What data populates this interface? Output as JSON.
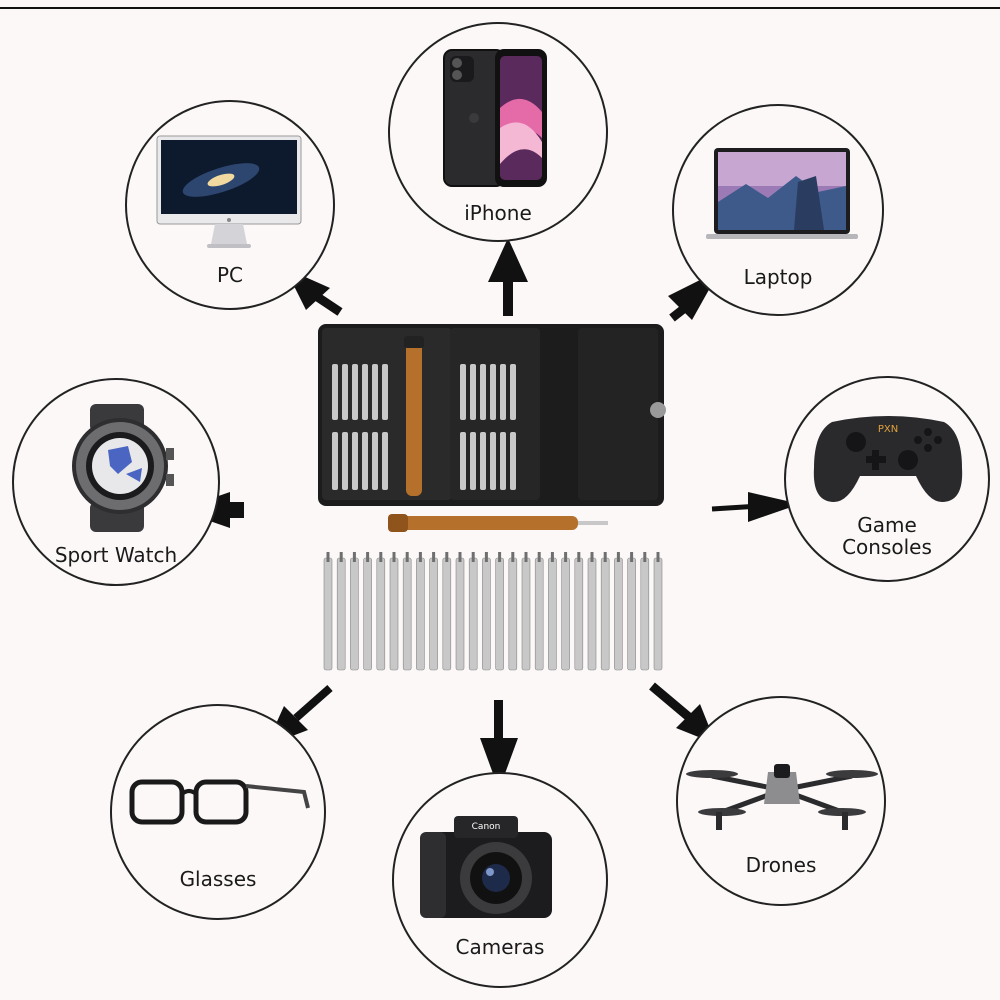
{
  "devices": {
    "pc": {
      "label": "PC",
      "icon": "desktop-monitor-icon"
    },
    "iphone": {
      "label": "iPhone",
      "icon": "smartphone-icon"
    },
    "laptop": {
      "label": "Laptop",
      "icon": "laptop-icon"
    },
    "sport_watch": {
      "label": "Sport Watch",
      "icon": "smartwatch-icon"
    },
    "game_consoles": {
      "label": "Game\nConsoles",
      "icon": "game-controller-icon"
    },
    "glasses": {
      "label": "Glasses",
      "icon": "eyeglasses-icon"
    },
    "cameras": {
      "label": "Cameras",
      "icon": "camera-icon"
    },
    "drones": {
      "label": "Drones",
      "icon": "drone-icon"
    }
  },
  "product": {
    "icon": "precision-screwdriver-kit-icon",
    "case_color": "#1c1c1c",
    "handle_color": "#b5712c",
    "bit_color": "#c8c8c8"
  },
  "brand_text": {
    "camera": "Canon",
    "controller": "PXN"
  }
}
